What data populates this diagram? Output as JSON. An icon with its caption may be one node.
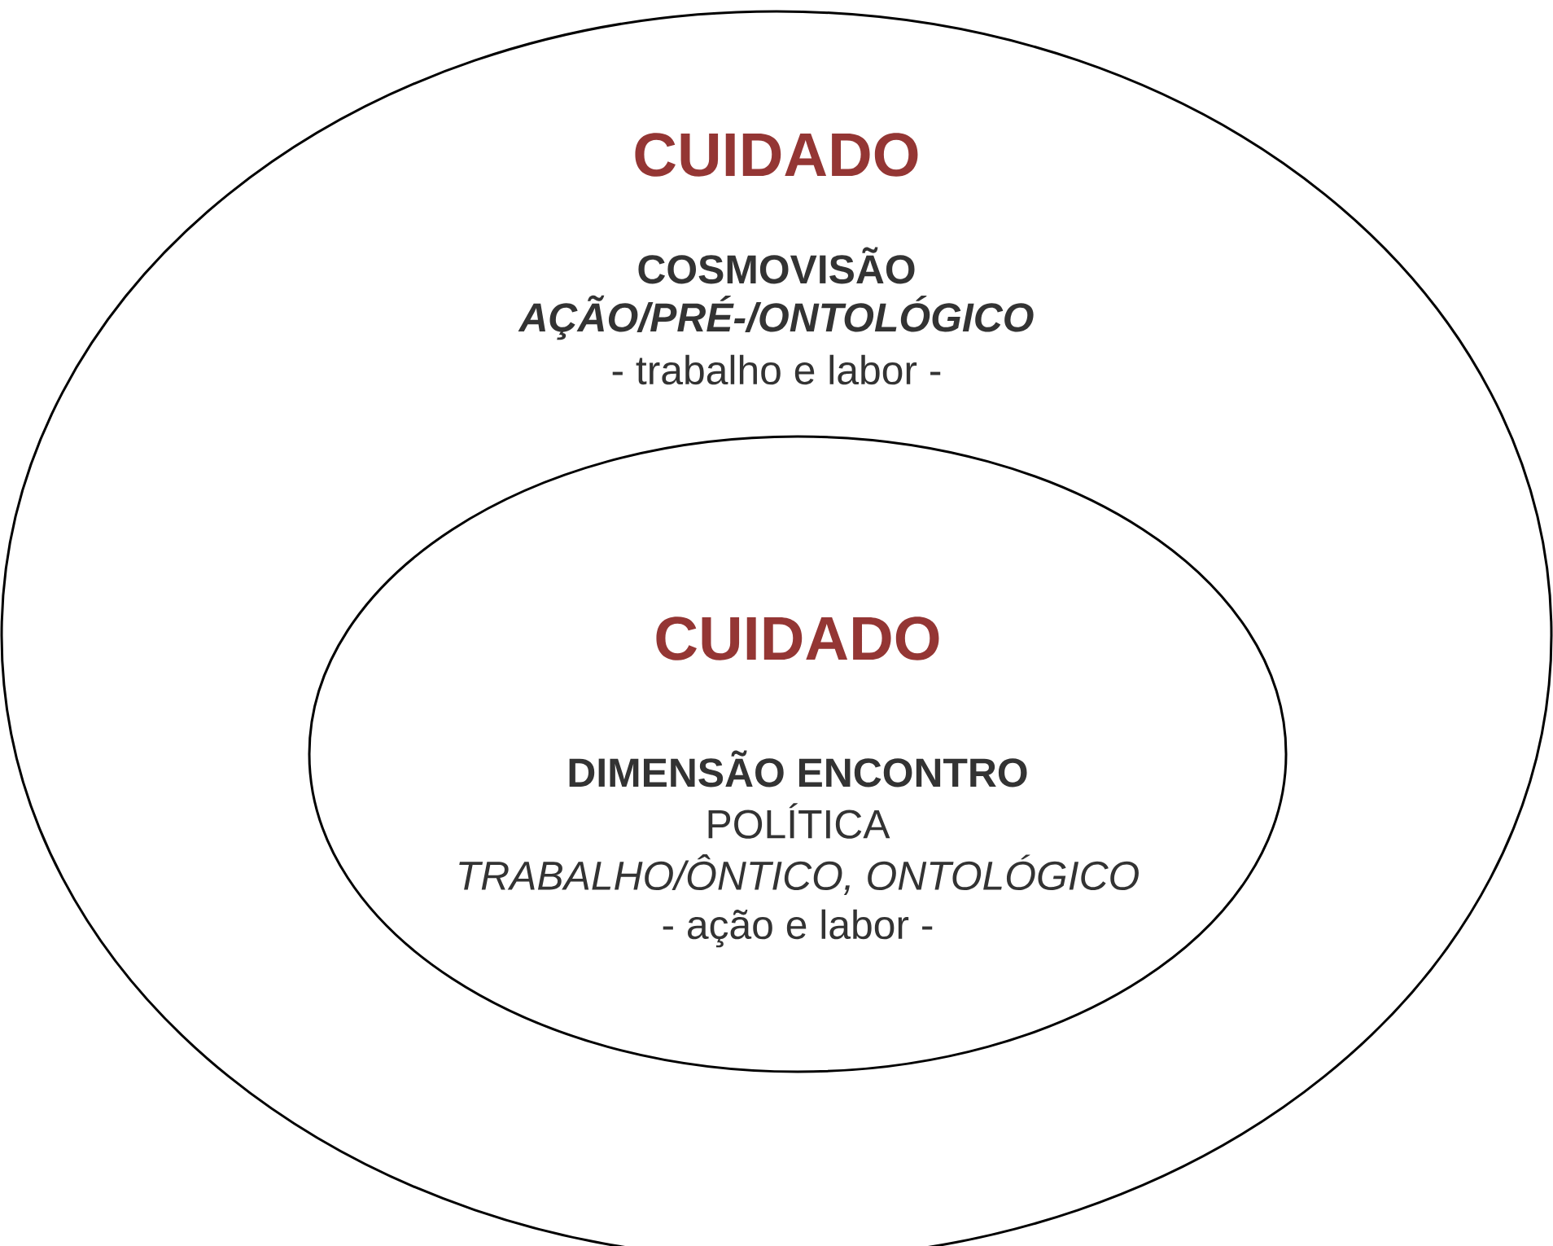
{
  "diagram": {
    "nodes": [
      {
        "text": [
          "CUIDADO",
          "COSMOVISÃO",
          "AÇÃO/PRÉ-/ONTOLÓGICO",
          "- trabalho e labor -"
        ]
      },
      {
        "text": [
          "CUIDADO",
          "DIMENSÃO ENCONTRO",
          "POLÍTICA",
          "TRABALHO/ÔNTICO, ONTOLÓGICO",
          "- ação e labor -"
        ],
        "in": 0
      }
    ]
  }
}
